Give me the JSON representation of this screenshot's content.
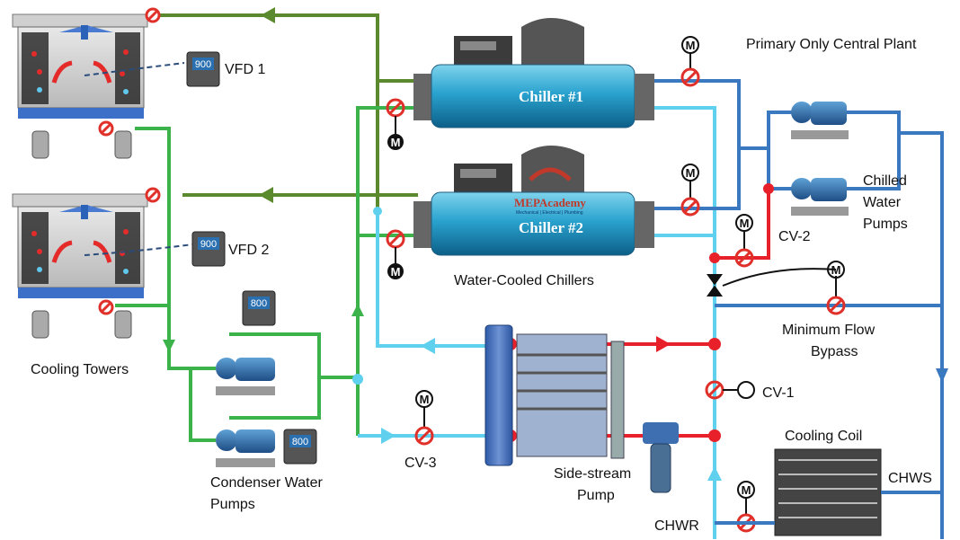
{
  "title": "Primary Only Central Plant",
  "labels": {
    "vfd1": "VFD 1",
    "vfd2": "VFD 2",
    "cooling_towers": "Cooling Towers",
    "condenser_pumps": [
      "Condenser Water",
      "Pumps"
    ],
    "chilled_pumps": [
      "Chilled",
      "Water",
      "Pumps"
    ],
    "water_cooled_chillers": "Water-Cooled Chillers",
    "cv1": "CV-1",
    "cv2": "CV-2",
    "cv3": "CV-3",
    "min_flow_bypass": [
      "Minimum Flow",
      "Bypass"
    ],
    "cooling_coil": "Cooling Coil",
    "chws": "CHWS",
    "chwr": "CHWR",
    "side_stream_pump": [
      "Side-stream",
      "Pump"
    ]
  },
  "chillers": {
    "chiller1": "Chiller  #1",
    "chiller2": "Chiller  #2"
  },
  "vfd_displays": {
    "tower1": "900",
    "tower2": "900",
    "panel_mid": "800",
    "panel_pumps": "800"
  },
  "actuator_letter": "M",
  "logo": {
    "brand": "MEPAcademy",
    "tagline": "Mechanical | Electrical | Plumbing"
  },
  "colors": {
    "condenser_supply": "#5b8a2e",
    "condenser_return": "#3bb34a",
    "chilled_supply_dark": "#3a78c0",
    "chilled_return_light": "#5fd0ee",
    "hot_side_stream": "#e8202a",
    "valve": "#e0302a"
  }
}
